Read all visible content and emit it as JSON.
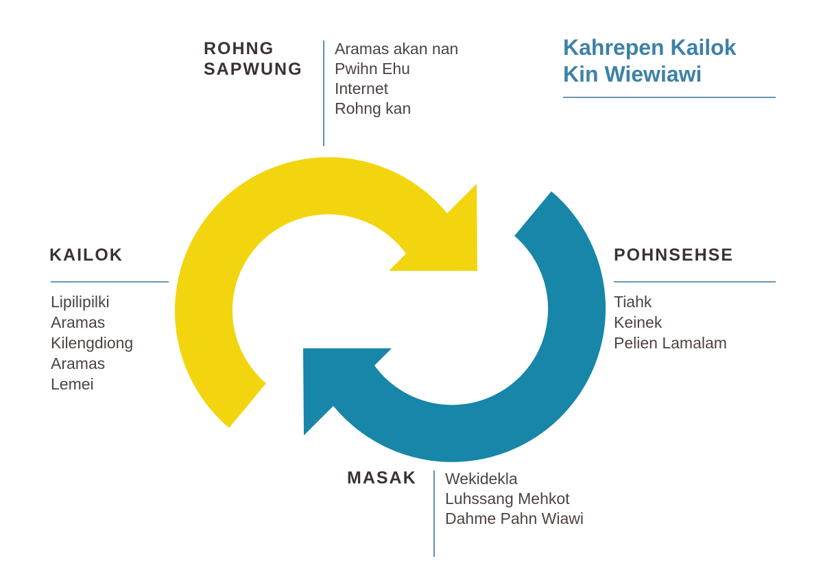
{
  "title": {
    "line1": "Kahrepen Kailok",
    "line2": "Kin Wiewiawi"
  },
  "sections": {
    "rohng_sapwung": {
      "heading_line1": "ROHNG",
      "heading_line2": "SAPWUNG",
      "items": [
        "Aramas akan nan",
        "Pwihn Ehu",
        "Internet",
        "Rohng kan"
      ]
    },
    "pohnsehse": {
      "heading": "POHNSEHSE",
      "items": [
        "Tiahk",
        "Keinek",
        "Pelien Lamalam"
      ]
    },
    "masak": {
      "heading": "MASAK",
      "items": [
        "Wekidekla",
        "Luhssang Mehkot",
        "Dahme Pahn Wiawi"
      ]
    },
    "kailok": {
      "heading": "KAILOK",
      "items": [
        "Lipilipilki",
        "Aramas",
        "Kilengdiong",
        "Aramas",
        "Lemei"
      ]
    }
  },
  "cycle": {
    "arrows": [
      {
        "name": "yellow-cycle-arrow",
        "color": "#F2D50E"
      },
      {
        "name": "teal-cycle-arrow",
        "color": "#1786A8"
      }
    ]
  },
  "colors": {
    "heading_text": "#3A3231",
    "body_text": "#4B4340",
    "title_blue": "#3E81A6",
    "rule_blue": "#5E90AB"
  }
}
